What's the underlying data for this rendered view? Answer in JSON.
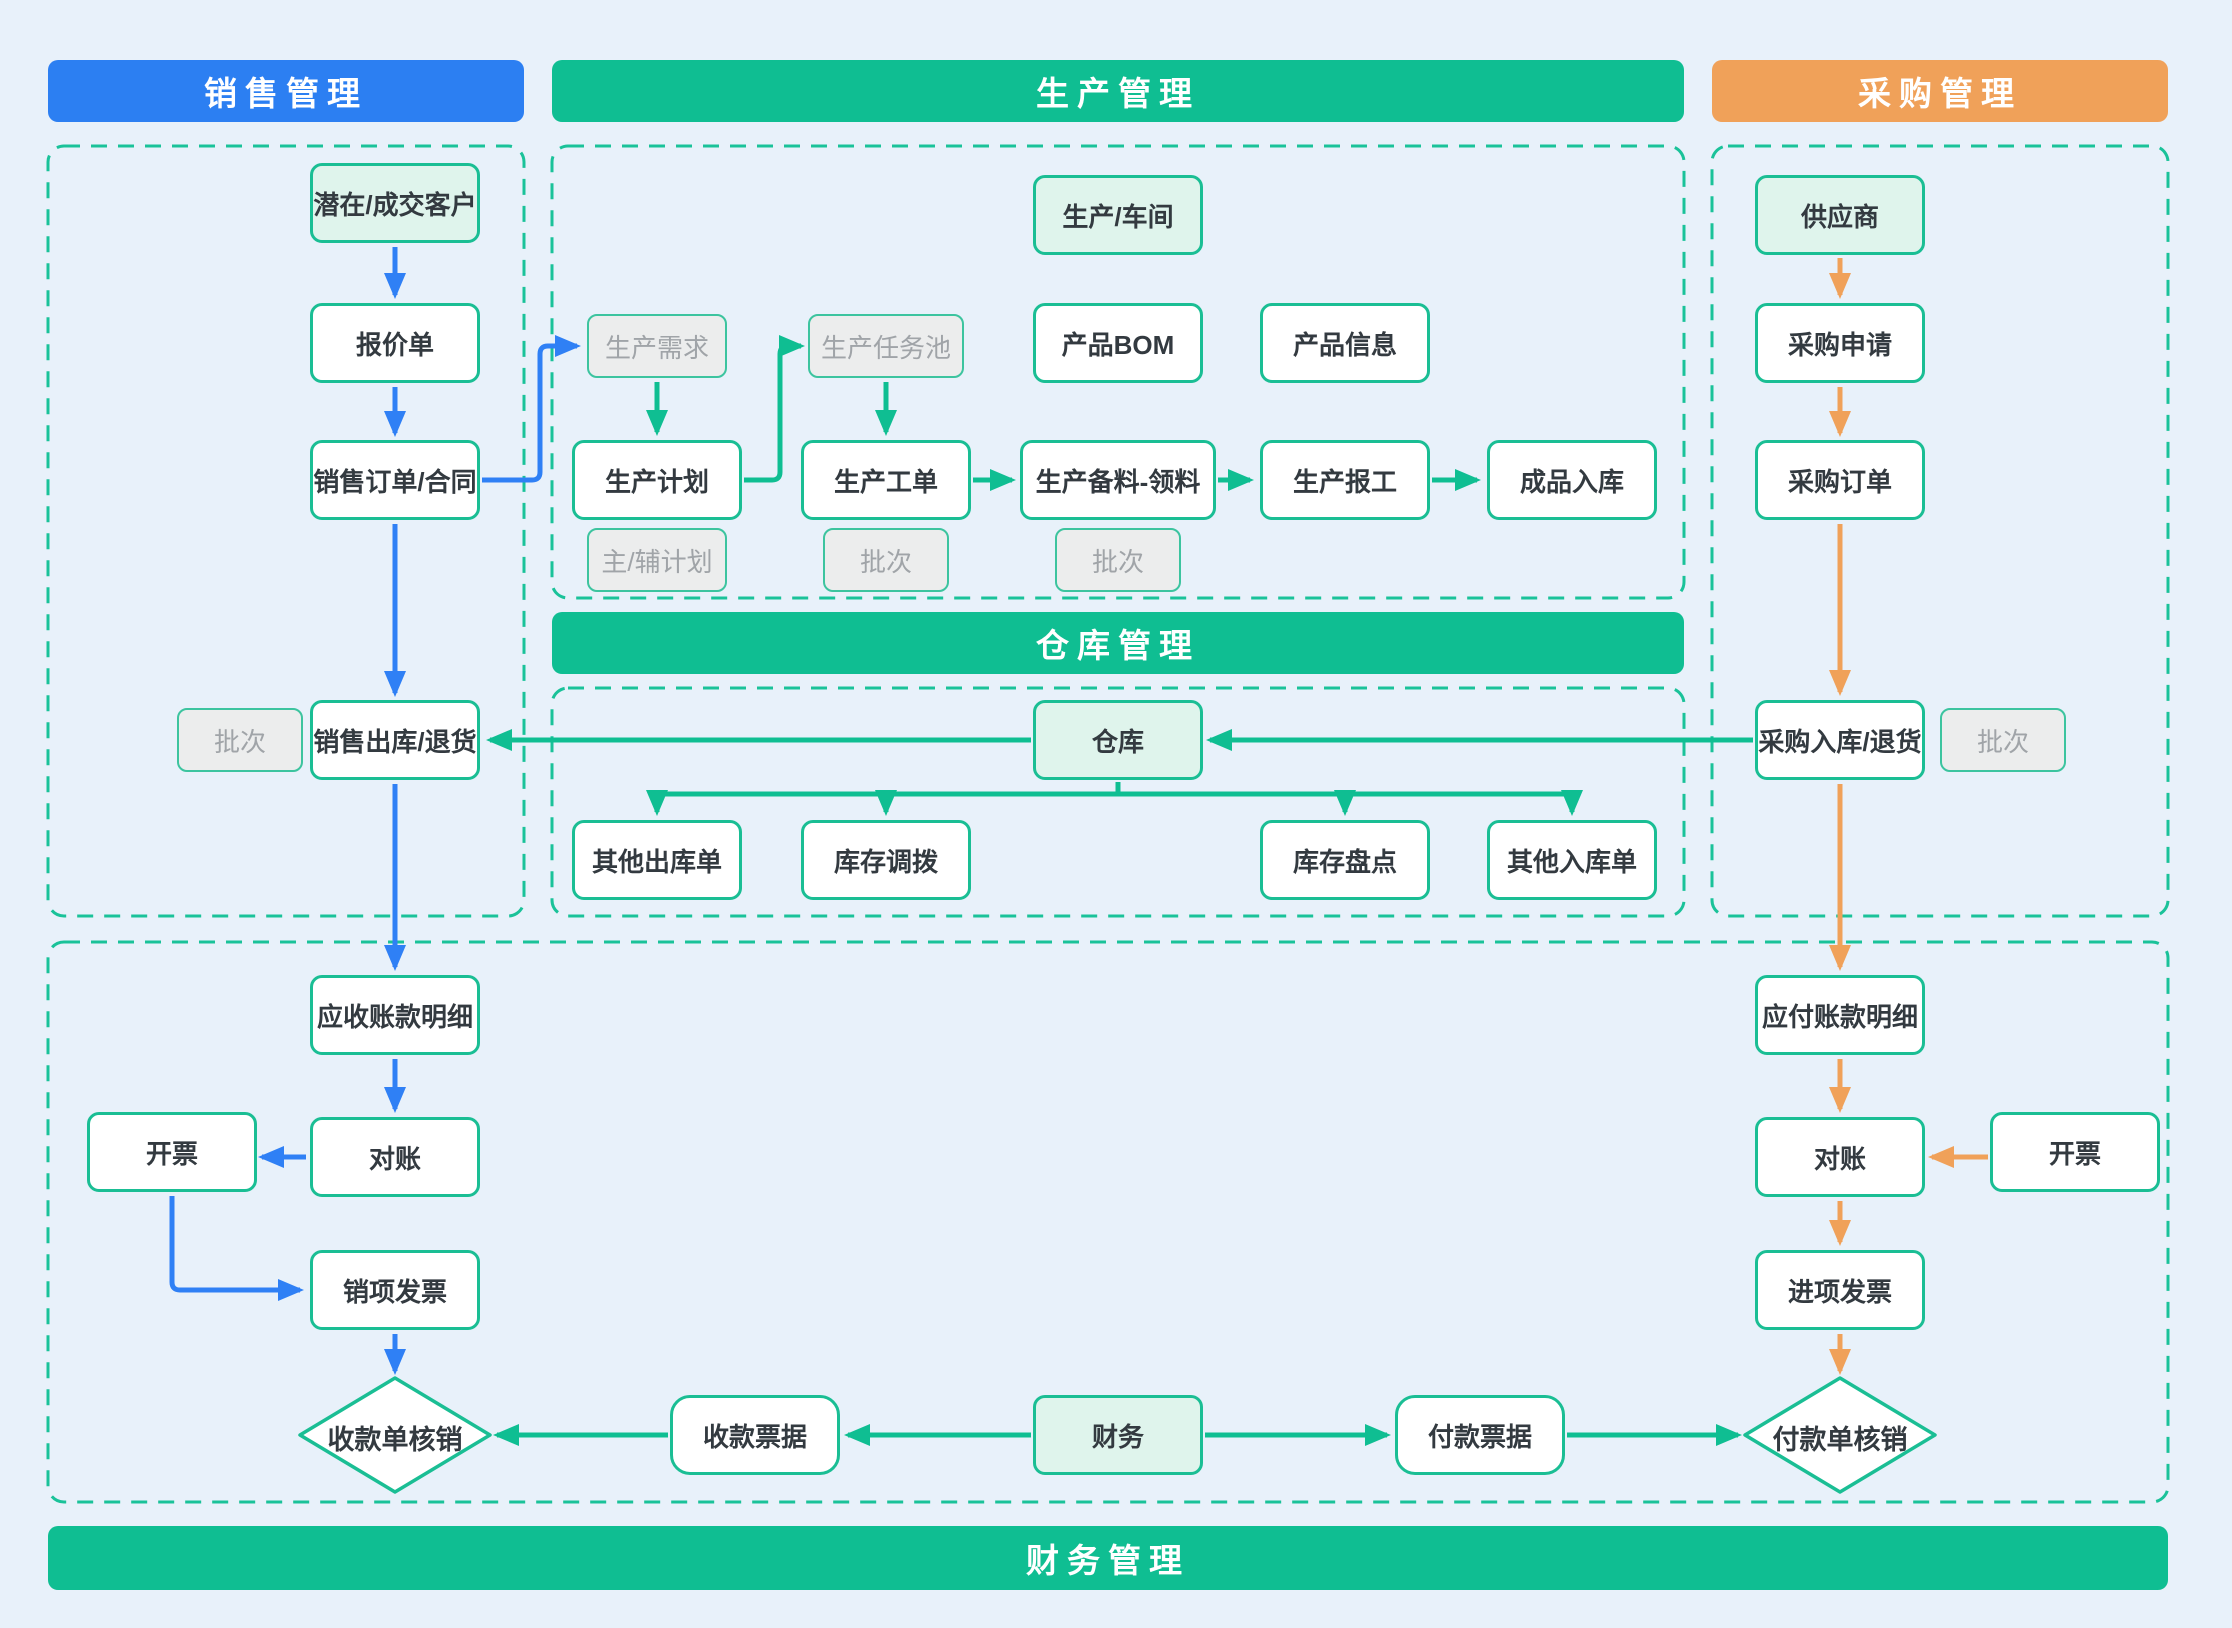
{
  "headers": {
    "sales": "销售管理",
    "production": "生产管理",
    "purchase": "采购管理",
    "warehouse": "仓库管理",
    "finance": "财务管理"
  },
  "colors": {
    "background": "#E8F1FA",
    "sales_accent": "#2C7FF2",
    "production_accent": "#0FBE92",
    "purchase_accent": "#F0A159",
    "anchor_fill": "#DFF4EC",
    "ghost_fill": "#ECEDED",
    "ghost_text": "#A0A4A8",
    "node_border": "#1ABE94"
  },
  "nodes": {
    "customer": "潜在/成交客户",
    "quotation": "报价单",
    "sales_order": "销售订单/合同",
    "sales_outbound": "销售出库/退货",
    "batch_sales": "批次",
    "receivable": "应收账款明细",
    "recon_sales": "对账",
    "invoice_sales": "开票",
    "output_invoice": "销项发票",
    "receipt_writeoff": "收款单核销",
    "prod_demand": "生产需求",
    "task_pool": "生产任务池",
    "workshop": "生产/车间",
    "product_bom": "产品BOM",
    "product_info": "产品信息",
    "prod_plan": "生产计划",
    "work_order": "生产工单",
    "material_prep": "生产备料-领料",
    "work_report": "生产报工",
    "finished_inbound": "成品入库",
    "main_aux_plan": "主/辅计划",
    "batch_wo": "批次",
    "batch_mp": "批次",
    "warehouse": "仓库",
    "other_outbound": "其他出库单",
    "stock_transfer": "库存调拨",
    "stock_count": "库存盘点",
    "other_inbound": "其他入库单",
    "supplier": "供应商",
    "purchase_request": "采购申请",
    "purchase_order": "采购订单",
    "purchase_inbound": "采购入库/退货",
    "batch_purchase": "批次",
    "payable": "应付账款明细",
    "recon_purchase": "对账",
    "invoice_purchase": "开票",
    "input_invoice": "进项发票",
    "payment_writeoff": "付款单核销",
    "finance_hub": "财务",
    "receipt_note": "收款票据",
    "payment_note": "付款票据"
  }
}
